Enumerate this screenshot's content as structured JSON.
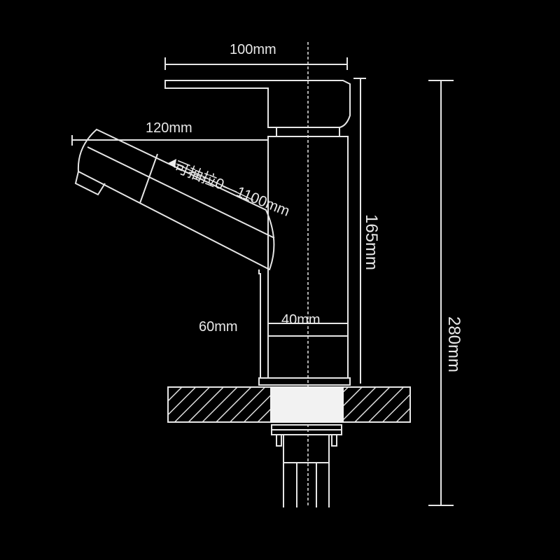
{
  "dimensions": {
    "handle_width": "100mm",
    "spout_reach": "120mm",
    "pull_out_range": "可抽拉0—1100mm",
    "body_height": "165mm",
    "total_height": "280mm",
    "body_diameter": "40mm",
    "spout_clearance": "60mm"
  },
  "colors": {
    "background": "#000000",
    "line": "#e8e8e8"
  }
}
